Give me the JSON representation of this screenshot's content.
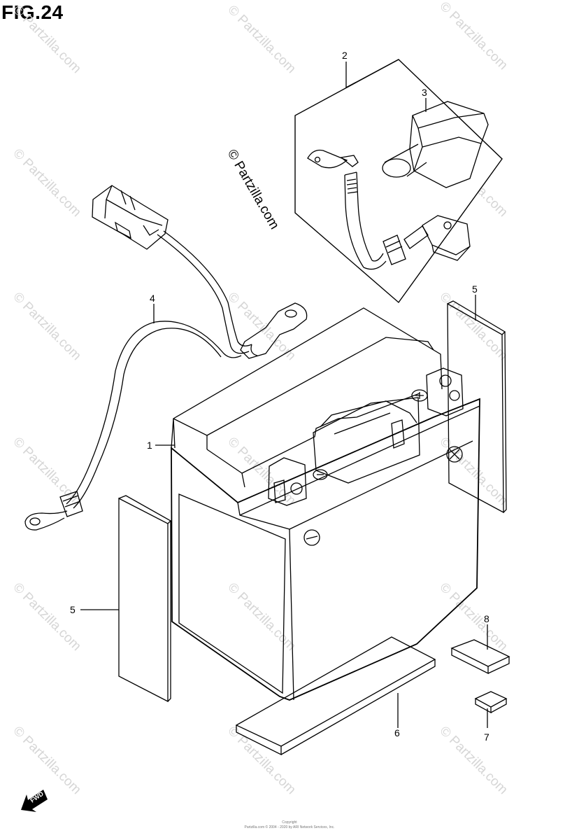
{
  "figure": {
    "title": "FIG.24",
    "watermark_text": "© Partzilla.com",
    "stamp_text": "© Partzilla.com",
    "fwd_label": "FWD",
    "copyright_line1": "Copyright",
    "copyright_line2": "Partzilla.com © 2004 - 2020 by ARI Network Services, Inc."
  },
  "callouts": {
    "c1": "1",
    "c2": "2",
    "c3": "3",
    "c4": "4",
    "c5a": "5",
    "c5b": "5",
    "c6": "6",
    "c7": "7",
    "c8": "8"
  },
  "colors": {
    "line": "#000000",
    "watermark": "#d6d6d6",
    "background": "#ffffff"
  }
}
